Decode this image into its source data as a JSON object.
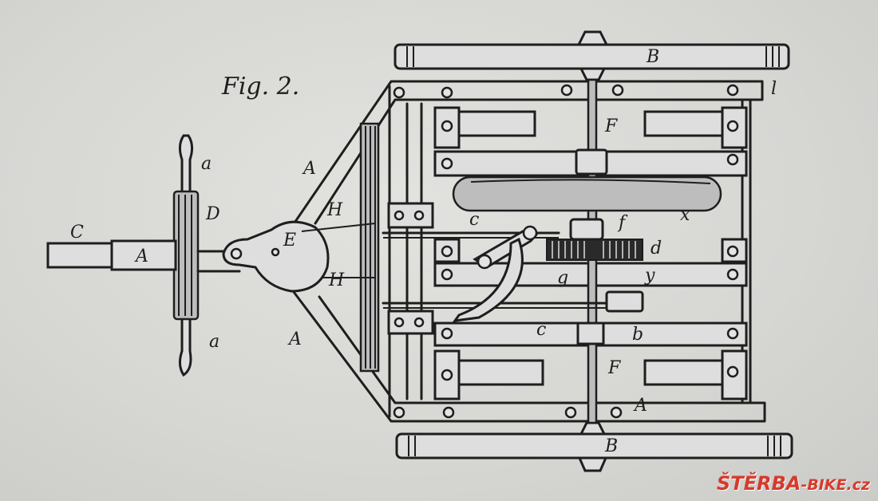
{
  "figure": {
    "title": "Fig. 2."
  },
  "labels": {
    "B_top": "B",
    "B_bottom": "B",
    "l": "l",
    "F_top": "F",
    "F_bottom": "F",
    "a_top": "a",
    "a_bottom": "a",
    "D": "D",
    "C": "C",
    "A_shaft": "A",
    "A_upper": "A",
    "A_lower": "A",
    "A_bottom_rail": "A",
    "E": "E",
    "H_top": "H",
    "H_bottom": "H",
    "c_top": "c",
    "c_bottom": "c",
    "f": "f",
    "d": "d",
    "g": "g",
    "y": "y",
    "x": "x",
    "b": "b"
  },
  "watermark": {
    "brand": "ŠTĚRBA",
    "suffix": "-BIKE.cz",
    "color": "#d63a2c"
  }
}
